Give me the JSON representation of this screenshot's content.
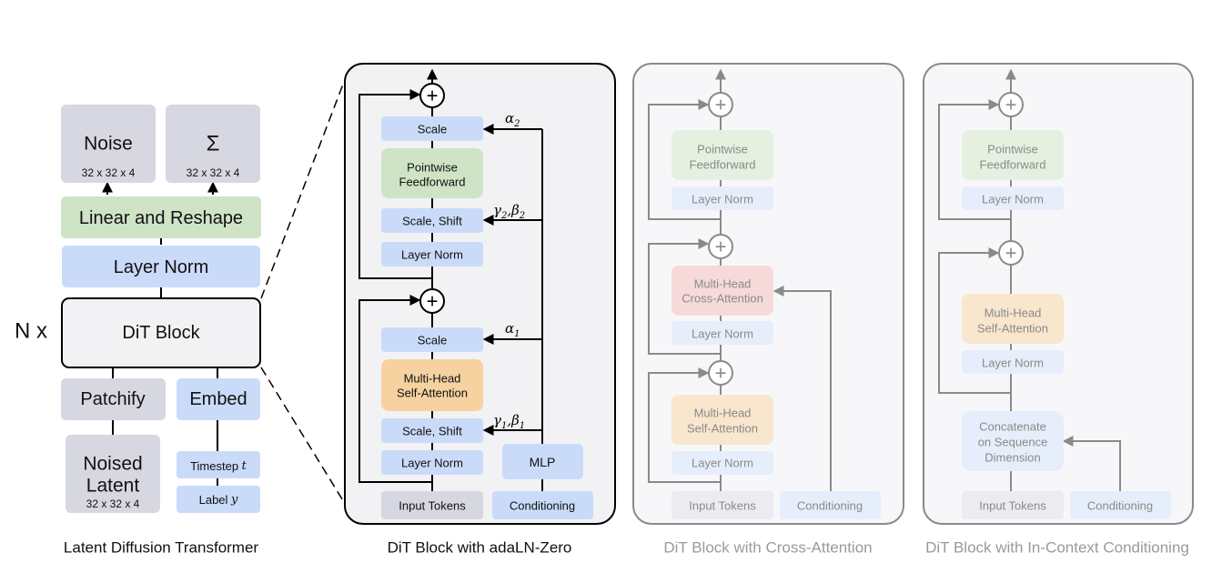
{
  "colors": {
    "gray_box": "#d6d7e1",
    "blue_box": "#c9dbf8",
    "green_box": "#cfe3c6",
    "orange_box": "#f6d2a0",
    "red_box": "#f5cfcf",
    "panel_bg": "#f2f2f4",
    "panel_bg_faded": "#f7f7f9",
    "line": "#000000",
    "line_faded": "#8a8a8a",
    "text": "#111111",
    "text_faded": "#8a8a8a"
  },
  "left": {
    "noise": {
      "label": "Noise",
      "dims": "32 x 32 x 4"
    },
    "sigma": {
      "label": "Σ",
      "dims": "32 x 32 x 4"
    },
    "linear_reshape": "Linear and Reshape",
    "layer_norm": "Layer Norm",
    "repeat_label": "N x",
    "dit_block": "DiT Block",
    "patchify": "Patchify",
    "embed": "Embed",
    "noised_latent": {
      "line1": "Noised",
      "line2": "Latent",
      "dims": "32 x 32 x 4"
    },
    "timestep": {
      "text": "Timestep ",
      "var": "t"
    },
    "label": {
      "text": "Label ",
      "var": "y"
    },
    "caption": "Latent Diffusion Transformer"
  },
  "adaln": {
    "scale_top": "Scale",
    "ffn": {
      "line1": "Pointwise",
      "line2": "Feedforward"
    },
    "scale_shift_2": "Scale, Shift",
    "layer_norm_2": "Layer Norm",
    "scale_bottom": "Scale",
    "attn": {
      "line1": "Multi-Head",
      "line2": "Self-Attention"
    },
    "scale_shift_1": "Scale, Shift",
    "layer_norm_1": "Layer Norm",
    "mlp": "MLP",
    "input_tokens": "Input Tokens",
    "conditioning": "Conditioning",
    "alpha2": {
      "sym": "α",
      "sub": "2"
    },
    "gb2": {
      "s1": "γ",
      "sub1": "2",
      "sep": ",",
      "s2": "β",
      "sub2": "2"
    },
    "alpha1": {
      "sym": "α",
      "sub": "1"
    },
    "gb1": {
      "s1": "γ",
      "sub1": "1",
      "sep": ",",
      "s2": "β",
      "sub2": "1"
    },
    "plus": "+",
    "caption": "DiT Block with adaLN-Zero"
  },
  "cross": {
    "ffn": {
      "line1": "Pointwise",
      "line2": "Feedforward"
    },
    "layer_norm_3": "Layer Norm",
    "cross_attn": {
      "line1": "Multi-Head",
      "line2": "Cross-Attention"
    },
    "layer_norm_2": "Layer Norm",
    "self_attn": {
      "line1": "Multi-Head",
      "line2": "Self-Attention"
    },
    "layer_norm_1": "Layer Norm",
    "input_tokens": "Input Tokens",
    "conditioning": "Conditioning",
    "plus": "+",
    "caption": "DiT Block with Cross-Attention"
  },
  "incontext": {
    "ffn": {
      "line1": "Pointwise",
      "line2": "Feedforward"
    },
    "layer_norm_2": "Layer Norm",
    "self_attn": {
      "line1": "Multi-Head",
      "line2": "Self-Attention"
    },
    "layer_norm_1": "Layer Norm",
    "concat": {
      "line1": "Concatenate",
      "line2": "on Sequence",
      "line3": "Dimension"
    },
    "input_tokens": "Input Tokens",
    "conditioning": "Conditioning",
    "plus": "+",
    "caption": "DiT Block with In-Context Conditioning"
  }
}
